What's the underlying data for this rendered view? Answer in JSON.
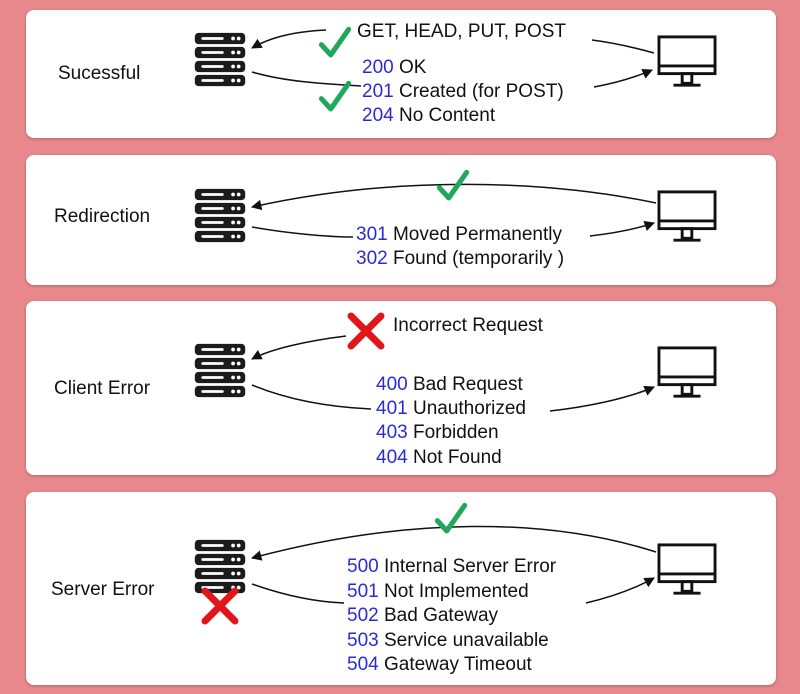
{
  "colors": {
    "background": "#e8888c",
    "code": "#2b2bd6",
    "check": "#1fa85a",
    "cross": "#e0161b"
  },
  "panels": [
    {
      "label": "Sucessful",
      "request": "GET, HEAD, PUT, POST",
      "responses": [
        {
          "code": "200",
          "text": "OK"
        },
        {
          "code": "201",
          "text": "Created (for POST)"
        },
        {
          "code": "204",
          "text": "No Content"
        }
      ]
    },
    {
      "label": "Redirection",
      "responses": [
        {
          "code": "301",
          "text": "Moved Permanently"
        },
        {
          "code": "302",
          "text": "Found (temporarily )"
        }
      ]
    },
    {
      "label": "Client Error",
      "request": "Incorrect Request",
      "responses": [
        {
          "code": "400",
          "text": "Bad Request"
        },
        {
          "code": "401",
          "text": "Unauthorized"
        },
        {
          "code": "403",
          "text": "Forbidden"
        },
        {
          "code": "404",
          "text": "Not Found"
        }
      ]
    },
    {
      "label": "Server Error",
      "responses": [
        {
          "code": "500",
          "text": "Internal Server Error"
        },
        {
          "code": "501",
          "text": "Not Implemented"
        },
        {
          "code": "502",
          "text": "Bad Gateway"
        },
        {
          "code": "503",
          "text": "Service unavailable"
        },
        {
          "code": "504",
          "text": "Gateway Timeout"
        }
      ]
    }
  ]
}
